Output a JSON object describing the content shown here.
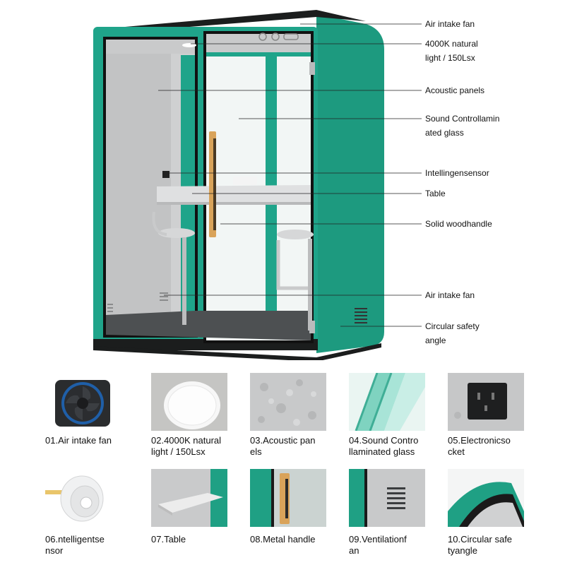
{
  "callouts": [
    {
      "lines": [
        "Air intake fan"
      ]
    },
    {
      "lines": [
        "4000K natural",
        "light / 150Lsx"
      ]
    },
    {
      "lines": [
        "Acoustic panels"
      ]
    },
    {
      "lines": [
        "Sound Controllamin",
        "ated glass"
      ]
    },
    {
      "lines": [
        "Intellingensensor"
      ]
    },
    {
      "lines": [
        "Table"
      ]
    },
    {
      "lines": [
        "Solid woodhandle"
      ]
    },
    {
      "lines": [
        "Air intake fan"
      ]
    },
    {
      "lines": [
        "Circular safety",
        "angle"
      ]
    }
  ],
  "features": [
    {
      "lines": [
        "01.Air intake fan"
      ],
      "icon": "fan-icon"
    },
    {
      "lines": [
        "02.4000K natural",
        "light / 150Lsx"
      ],
      "icon": "ceiling-light-icon"
    },
    {
      "lines": [
        "03.Acoustic pan",
        "els"
      ],
      "icon": "felt-panel-icon"
    },
    {
      "lines": [
        "04.Sound Contro",
        "llaminated glass"
      ],
      "icon": "glass-layers-icon"
    },
    {
      "lines": [
        "05.Electronicso",
        "cket"
      ],
      "icon": "power-socket-icon"
    },
    {
      "lines": [
        "06.ntelligentse",
        "nsor"
      ],
      "icon": "sensor-icon"
    },
    {
      "lines": [
        "07.Table"
      ],
      "icon": "table-icon"
    },
    {
      "lines": [
        "08.Metal handle"
      ],
      "icon": "handle-icon"
    },
    {
      "lines": [
        "09.Ventilationf",
        "an"
      ],
      "icon": "vent-grille-icon"
    },
    {
      "lines": [
        "10.Circular safe",
        "tyangle"
      ],
      "icon": "rounded-corner-icon"
    }
  ],
  "colors": {
    "shell": "#1fa084",
    "shell_dark": "#16806a",
    "felt": "#c9cacb",
    "wood": "#d9a35a",
    "frame": "#1d1f1f"
  }
}
